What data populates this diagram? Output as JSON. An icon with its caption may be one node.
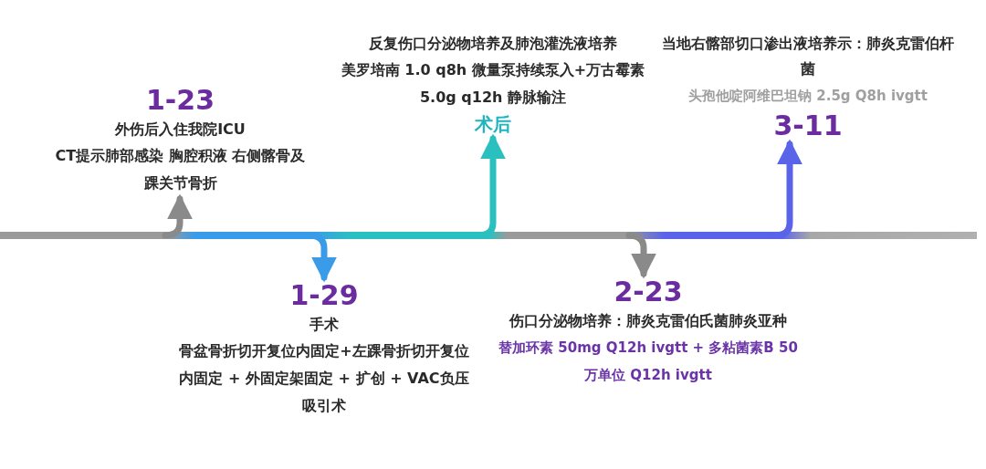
{
  "diagram": {
    "nodes": [
      {
        "text": [
          "1-23",
          "外伤后入住我院ICU",
          "CT提示肺部感染 胸腔积液 右侧髂骨及踝关节骨折"
        ]
      },
      {
        "text": [
          "1-29",
          "手术",
          "骨盆骨折切开复位内固定+左踝骨折切开复位内固定 + 外固定架固定 + 扩创 + VAC负压吸引术"
        ]
      },
      {
        "text": [
          "反复伤口分泌物培养及肺泡灌洗液培养",
          "美罗培南 1.0 q8h 微量泵持续泵入+万古霉素 5.0g q12h 静脉输注",
          "术后"
        ]
      },
      {
        "text": [
          "2-23",
          "伤口分泌物培养：肺炎克雷伯氏菌肺炎亚种",
          "替加环素 50mg Q12h ivgtt + 多粘菌素B 50万单位 Q12h ivgtt"
        ]
      },
      {
        "text": [
          "当地右髂部切口渗出液培养示：肺炎克雷伯杆菌",
          "头孢他啶阿维巴坦钠 2.5g Q8h ivgtt",
          "3-11"
        ]
      }
    ],
    "edges": [
      {
        "from": null,
        "to": 0,
        "arrow": "to",
        "color": "#8a8a8a"
      },
      {
        "from": null,
        "to": 1,
        "arrow": "to",
        "color": "#3a9be8"
      },
      {
        "from": null,
        "to": 2,
        "arrow": "to",
        "color": "#2bc0c0"
      },
      {
        "from": null,
        "to": 3,
        "arrow": "to",
        "color": "#8a8a8a"
      },
      {
        "from": null,
        "to": 4,
        "arrow": "to",
        "color": "#5a64e8"
      }
    ]
  }
}
